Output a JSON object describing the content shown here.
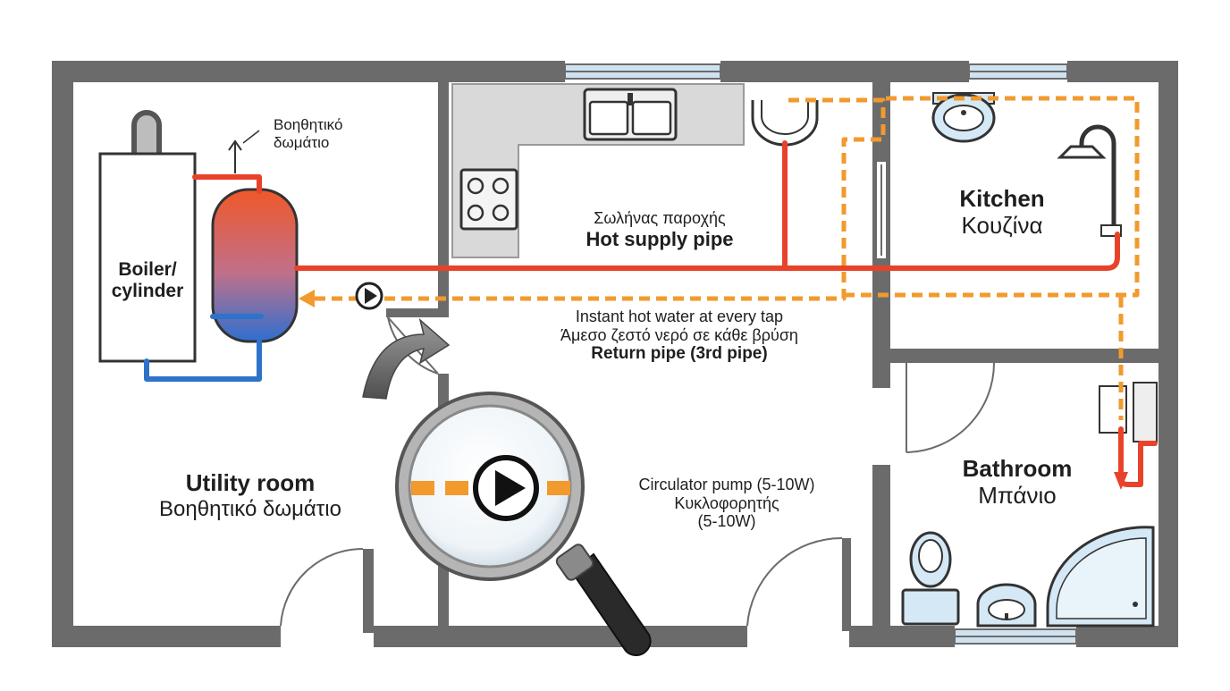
{
  "colors": {
    "wall": "#6b6b6b",
    "wall_dark": "#4a4a4a",
    "hot_pipe": "#e8432a",
    "cold_pipe": "#2e73c9",
    "return_pipe": "#f29a2e",
    "fixture_fill": "#d5e8f5",
    "counter": "#d9d9d9"
  },
  "labels": {
    "vent_label_line1": "Βοηθητικό",
    "vent_label_line2": "δωμάτιο",
    "boiler_line1": "Boiler/",
    "boiler_line2": "cylinder",
    "supply_gr": "Σωλήνας παροχής",
    "supply_en": "Hot supply pipe",
    "instant_en": "Instant hot water at every tap",
    "instant_gr": "Άμεσο ζεστό νερό σε κάθε βρύση",
    "return_en": "Return pipe (3rd pipe)",
    "kitchen_en": "Kitchen",
    "kitchen_gr": "Κουζίνα",
    "utility_en": "Utility room",
    "utility_gr": "Βοηθητικό δωμάτιο",
    "pump_line1": "Circulator pump (5-10W)",
    "pump_line2": "Κυκλοφορητής",
    "pump_line3": "(5-10W)",
    "bathroom_en": "Bathroom",
    "bathroom_gr": "Μπάνιο"
  },
  "icons": {
    "pump": "play-triangle-in-circle-icon",
    "magnifier": "magnifying-glass-icon",
    "sink": "double-sink-icon",
    "hob": "four-burner-hob-icon",
    "shower": "shower-head-icon",
    "toilet": "toilet-icon",
    "bathtub": "corner-bathtub-icon",
    "vent": "vent-pipe-icon"
  }
}
